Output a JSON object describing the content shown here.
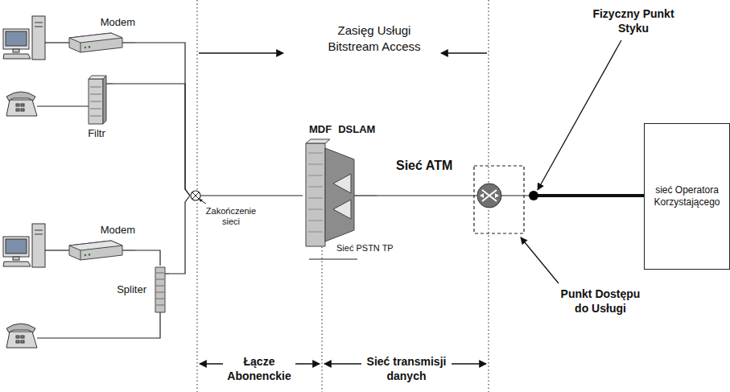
{
  "diagram": {
    "nodes": [
      {
        "text": [
          "Modem"
        ]
      },
      {
        "text": [
          "Filtr"
        ]
      },
      {
        "text": [
          "Modem"
        ]
      },
      {
        "text": [
          "Spliter"
        ]
      },
      {
        "text": [
          "Zakończenie sieci"
        ]
      },
      {
        "text": [
          "MDF",
          "DSLAM"
        ]
      },
      {
        "text": [
          "sieć Operatora Korzystającego"
        ]
      }
    ],
    "edges": [
      {
        "from": 0,
        "to": 4,
        "arrow": "none"
      },
      {
        "from": 1,
        "to": 4,
        "arrow": "none"
      },
      {
        "from": 2,
        "to": 3,
        "arrow": "none"
      },
      {
        "from": 3,
        "to": 4,
        "arrow": "none"
      },
      {
        "from": 4,
        "to": 5,
        "arrow": "none"
      },
      {
        "from": 5,
        "to": 6,
        "arrow": "none"
      }
    ],
    "labels": [
      "Zasięg Usługi Bitstream Access",
      "Sieć ATM",
      "Sieć PSTN TP",
      "Fizyczny Punkt Styku",
      "Punkt Dostępu do Usługi",
      "Łącze Abonenckie",
      "Sieć transmisji danych"
    ]
  }
}
